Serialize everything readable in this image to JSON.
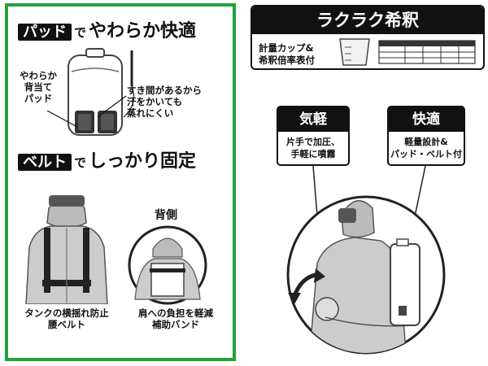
{
  "left": {
    "pad": {
      "tag": "パッド",
      "de": "で",
      "text": "やわらか快適",
      "label_back_pad": [
        "やわらか",
        "背当て",
        "パッド"
      ],
      "label_gap": [
        "すき間があるから",
        "汗をかいても",
        "蒸れにくい"
      ]
    },
    "belt": {
      "tag": "ベルト",
      "de": "で",
      "text": "しっかり固定",
      "back_label": "背側",
      "caption_left": [
        "タンクの横揺れ防止",
        "腰ベルト"
      ],
      "caption_right": [
        "肩への負担を軽減",
        "補助バンド"
      ]
    }
  },
  "right": {
    "title": "ラクラク希釈",
    "measure": [
      "計量カップ&",
      "希釈倍率表付"
    ],
    "card_left": {
      "head": "気軽",
      "body": [
        "片手で加圧、",
        "手軽に噴霧"
      ]
    },
    "card_right": {
      "head": "快適",
      "body": [
        "軽量設計&",
        "パッド・ベルト付"
      ]
    }
  },
  "colors": {
    "frame_green": "#22a33a",
    "ink": "#111111"
  }
}
